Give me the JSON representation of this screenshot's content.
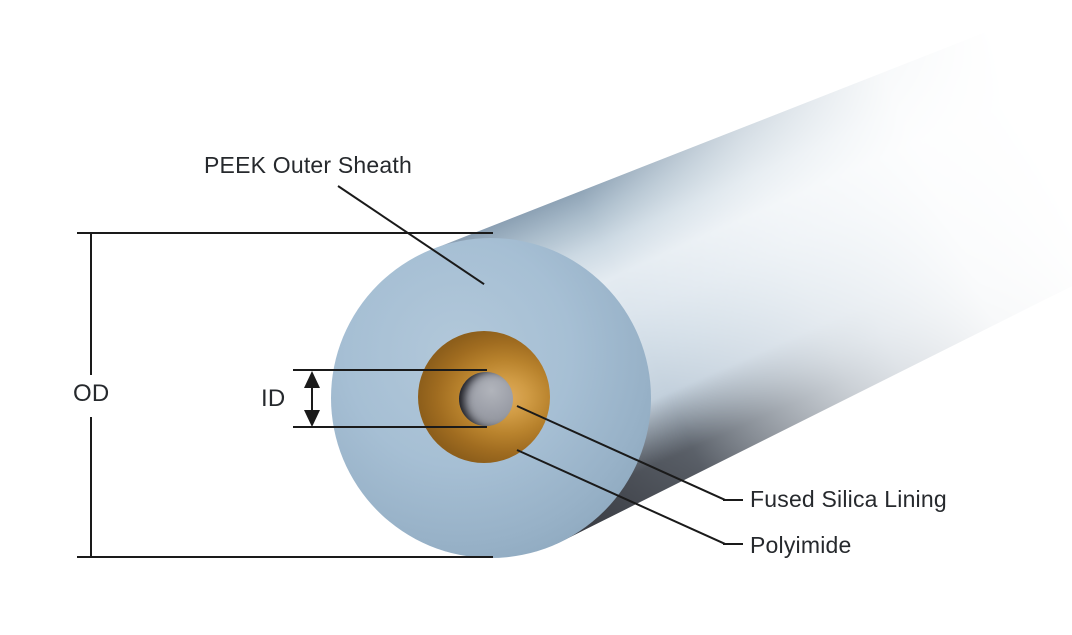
{
  "diagram": {
    "labels": {
      "peek_outer_sheath": "PEEK Outer Sheath",
      "outer_diameter": "OD",
      "inner_diameter": "ID",
      "fused_silica_lining": "Fused Silica Lining",
      "polyimide": "Polyimide"
    },
    "colors": {
      "background": "#ffffff",
      "annotation_line": "#1a1a1a",
      "label_text": "#26292d",
      "peek_sheath_blue": "#9fb8cd",
      "polyimide_orange": "#b5812c",
      "fused_silica_gray": "#9a9da6",
      "tube_highlight": "#e4ebf1",
      "tube_underside_shadow": "#4d4f56"
    }
  }
}
